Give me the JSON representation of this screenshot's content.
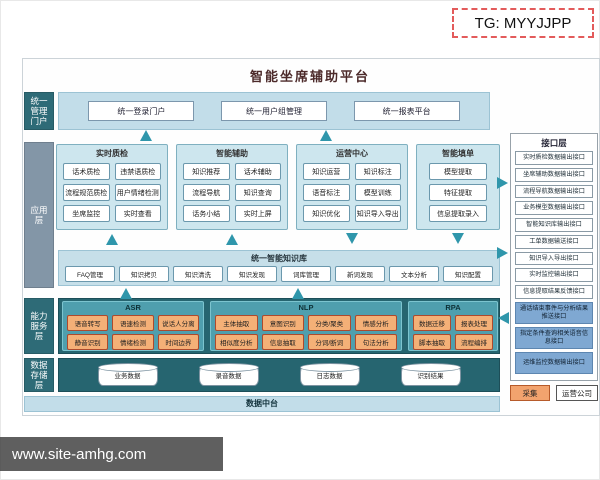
{
  "watermarks": {
    "telegram": "TG: MYYJJPP",
    "site": "www.site-amhg.com"
  },
  "diagram": {
    "title": "智能坐席辅助平台",
    "portal": {
      "label": "统一管理门户",
      "items": [
        "统一登录门户",
        "统一用户组管理",
        "统一报表平台"
      ]
    },
    "app_layer": {
      "label": "应用层",
      "groups": [
        {
          "title": "实时质检",
          "cols": 2,
          "arrow": "up",
          "items": [
            "话术质检",
            "违禁语质检",
            "流程规范质检",
            "用户情绪检测",
            "坐席监控",
            "实时查看"
          ]
        },
        {
          "title": "智能辅助",
          "cols": 2,
          "arrow": "up",
          "items": [
            "知识推荐",
            "话术辅助",
            "流程导航",
            "知识查询",
            "话务小结",
            "实时上屏"
          ]
        },
        {
          "title": "运营中心",
          "cols": 2,
          "arrow": "down",
          "items": [
            "知识运营",
            "知识标注",
            "语音标注",
            "模型训练",
            "知识优化",
            "知识导入导出"
          ]
        },
        {
          "title": "智能填单",
          "cols": 1,
          "arrow": "down",
          "items": [
            "模型提取",
            "特征提取",
            "信息提取录入"
          ]
        }
      ],
      "knowledge_base": {
        "title": "统一智能知识库",
        "items": [
          "FAQ管理",
          "知识拷贝",
          "知识清洗",
          "知识发现",
          "词库管理",
          "新词发现",
          "文本分析",
          "知识配置"
        ]
      }
    },
    "capability_layer": {
      "label": "能力服务层",
      "sections": [
        {
          "title": "ASR",
          "cols": 3,
          "items": [
            "语音转写",
            "语速检测",
            "说话人分离",
            "静音识别",
            "情绪检测",
            "时间边界"
          ]
        },
        {
          "title": "NLP",
          "cols": 4,
          "items": [
            "主体抽取",
            "意图识别",
            "分类/聚类",
            "情感分析",
            "相似度分析",
            "信息抽取",
            "分词/断词",
            "句法分析"
          ]
        },
        {
          "title": "RPA",
          "cols": 2,
          "items": [
            "数据迁移",
            "报表处理",
            "脚本抽取",
            "流程编排"
          ]
        }
      ]
    },
    "storage_layer": {
      "label": "数据存储层",
      "items": [
        "业务数据",
        "录音数据",
        "日志数据",
        "识别结果"
      ]
    },
    "data_platform": "数据中台",
    "interface_layer": {
      "title": "接口层",
      "items": [
        {
          "label": "实时质检数据输出接口",
          "style": "white"
        },
        {
          "label": "坐席辅助数据输出接口",
          "style": "white"
        },
        {
          "label": "流程导航数据输出接口",
          "style": "white"
        },
        {
          "label": "业务模型数据输出接口",
          "style": "white"
        },
        {
          "label": "智能知识库输出接口",
          "style": "white"
        },
        {
          "label": "工单数据输送接口",
          "style": "white"
        },
        {
          "label": "知识导入导出接口",
          "style": "white"
        },
        {
          "label": "实时监控输出接口",
          "style": "white"
        },
        {
          "label": "信息提取结果反馈接口",
          "style": "white"
        },
        {
          "label": "通话结束事件与分析结果推送接口",
          "style": "blue"
        },
        {
          "label": "指定条件查询相关语音信息接口",
          "style": "blue"
        },
        {
          "label": "运维监控数据输出接口",
          "style": "blue"
        }
      ]
    },
    "footer": {
      "collect": "采集",
      "company": "运营公司"
    }
  },
  "colors": {
    "teal_dark": "#266570",
    "teal_label": "#2e6b77",
    "teal_section": "#4f9fae",
    "band_blue": "#c2dde9",
    "group_fill": "#cde6ee",
    "orange_item": "#f4b077",
    "arrow": "#2f96ab",
    "interface_blue": "#7fa8d2",
    "app_label_gray": "#8396a7"
  }
}
